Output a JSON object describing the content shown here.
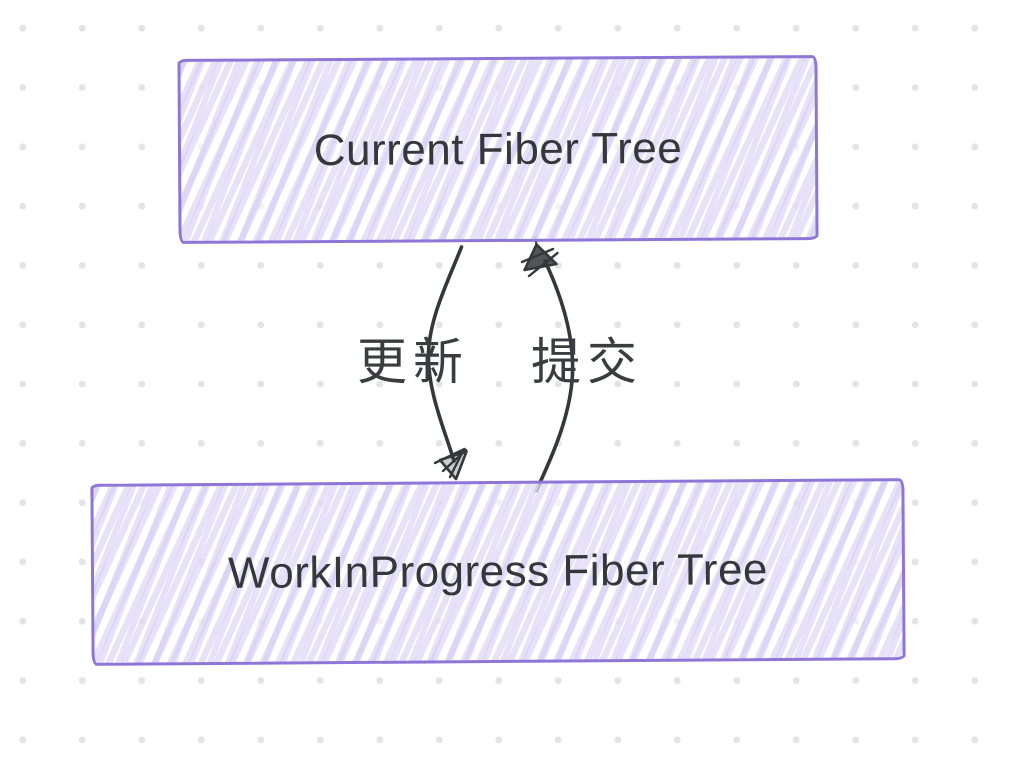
{
  "diagram": {
    "title": "React fiber double buffering diagram",
    "nodes": [
      {
        "id": "current-fiber-tree",
        "label": "Current Fiber Tree"
      },
      {
        "id": "workinprogress-fiber-tree",
        "label": "WorkInProgress Fiber Tree"
      }
    ],
    "edges": [
      {
        "id": "update-edge",
        "from": "current-fiber-tree",
        "to": "workinprogress-fiber-tree",
        "label": "更新"
      },
      {
        "id": "commit-edge",
        "from": "workinprogress-fiber-tree",
        "to": "current-fiber-tree",
        "label": "提交"
      }
    ],
    "colors": {
      "node_border": "#8f75d8",
      "node_fill_hatch": "#e3def8",
      "node_text": "#35383b",
      "arrow": "#35383b",
      "edge_label_text": "#3a3d40",
      "background": "#ffffff",
      "grid_dot": "#e4e4e6"
    }
  }
}
